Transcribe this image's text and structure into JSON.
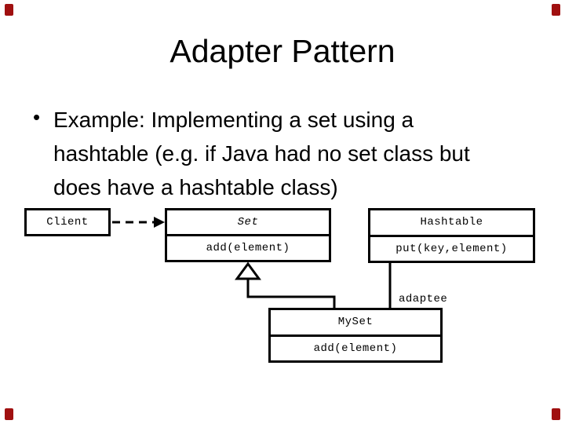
{
  "slide": {
    "title": "Adapter Pattern",
    "bullet": {
      "marker": "•",
      "lines": [
        "Example: Implementing a set using a",
        "hashtable (e.g. if Java had no set class but",
        "does have a hashtable class)"
      ]
    }
  },
  "diagram": {
    "client": {
      "name": "Client"
    },
    "set_class": {
      "name": "Set",
      "method": "add(element)"
    },
    "hashtable_class": {
      "name": "Hashtable",
      "method": "put(key,element)"
    },
    "myset_class": {
      "name": "MySet",
      "method": "add(element)"
    },
    "adaptee_label": "adaptee"
  },
  "colors": {
    "background": "#ffffff",
    "text": "#000000",
    "line": "#000000",
    "corner_mark": "#a01010"
  }
}
